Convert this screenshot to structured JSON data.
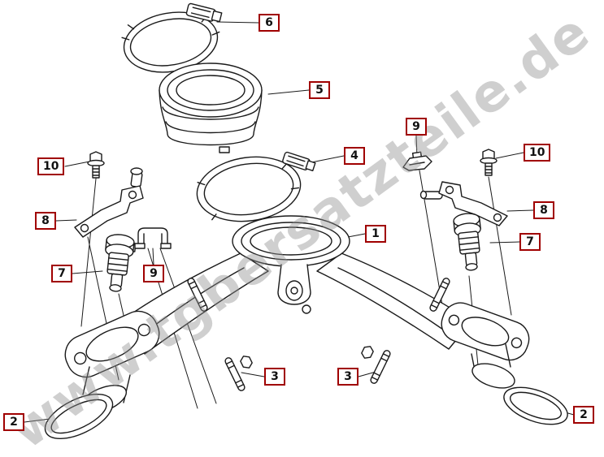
{
  "watermark": {
    "text": "www.tgbersatzteile.de"
  },
  "colors": {
    "callout_border": "#a00000",
    "line_color": "#1a1a1a",
    "watermark_color": "#8f8f8f"
  },
  "callouts": [
    {
      "label": "6"
    },
    {
      "label": "5"
    },
    {
      "label": "4"
    },
    {
      "label": "9"
    },
    {
      "label": "10"
    },
    {
      "label": "10"
    },
    {
      "label": "8"
    },
    {
      "label": "8"
    },
    {
      "label": "7"
    },
    {
      "label": "7"
    },
    {
      "label": "9"
    },
    {
      "label": "1"
    },
    {
      "label": "3"
    },
    {
      "label": "3"
    },
    {
      "label": "2"
    },
    {
      "label": "2"
    }
  ]
}
